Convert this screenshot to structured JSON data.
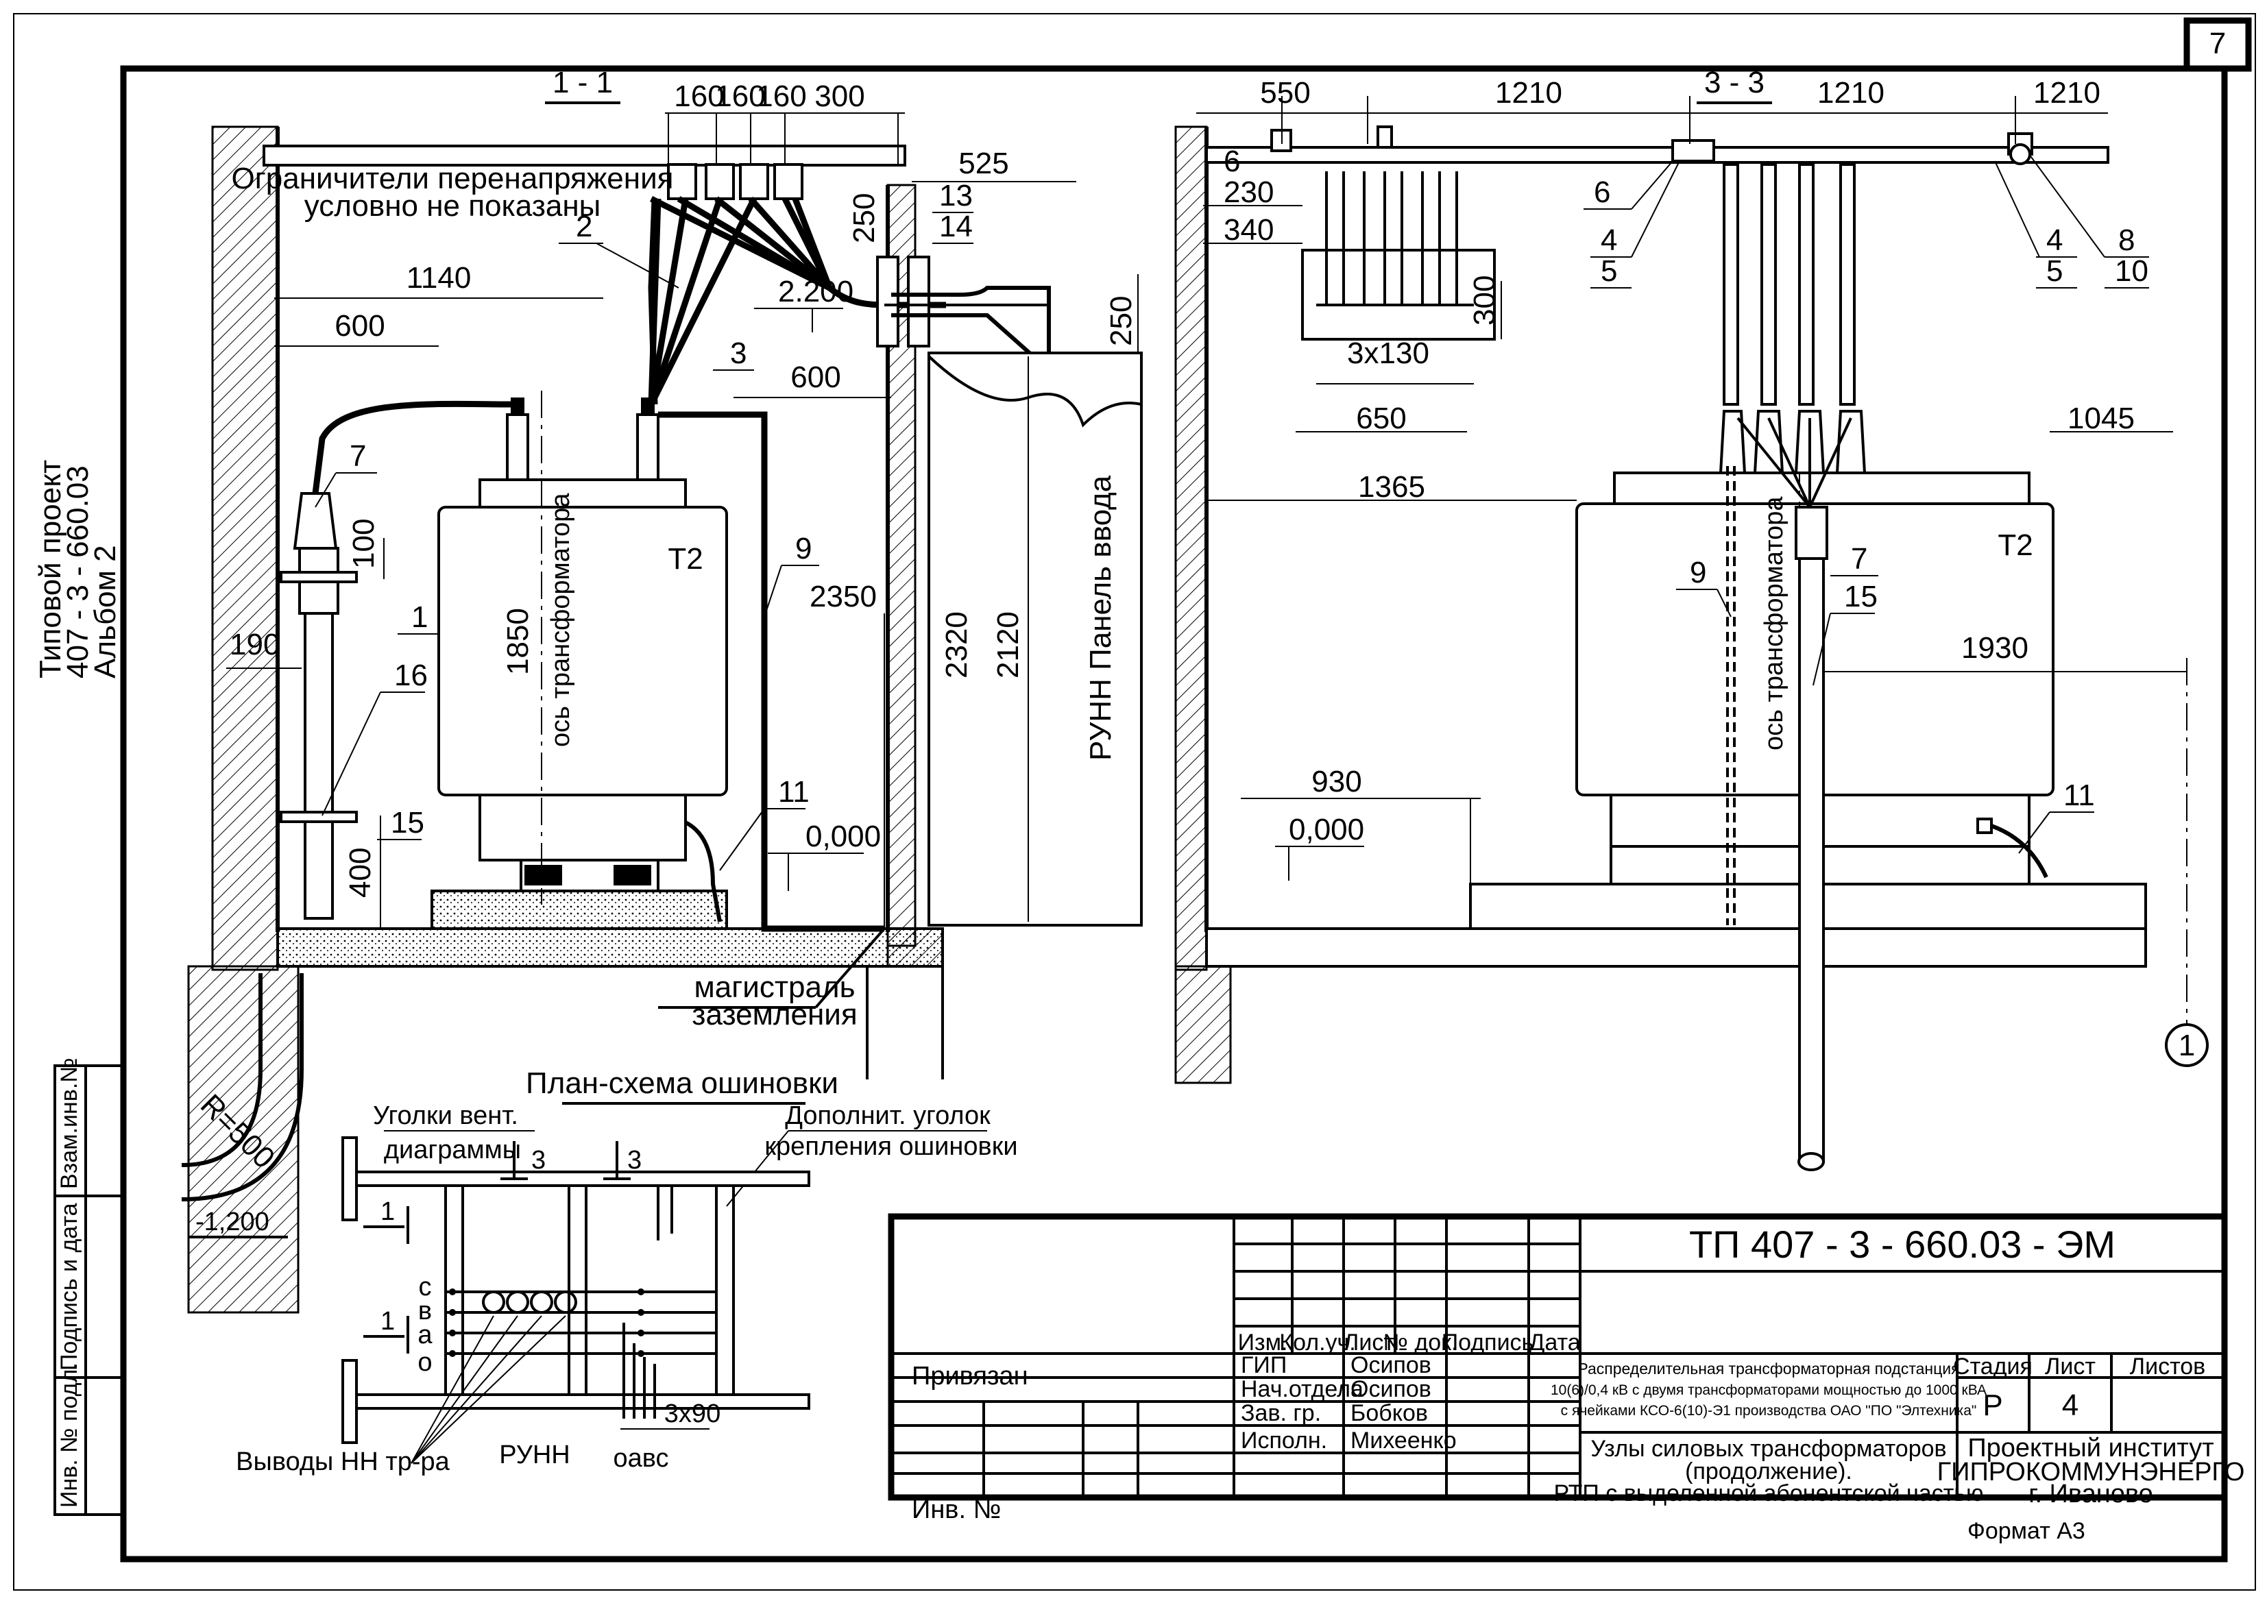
{
  "sheet": {
    "sheet_number": "7",
    "side_stamp": {
      "line1": "Типовой проект",
      "line2": "407 - 3 - 660.03",
      "line3": "Альбом  2"
    }
  },
  "section_1_1": {
    "title": "1 - 1",
    "note_line1": "Ограничители перенапряжения",
    "note_line2": "условно не показаны",
    "dims": {
      "d160a": "160",
      "d160b": "160",
      "d160c": "160",
      "d300": "300",
      "d525": "525",
      "d1140": "1140",
      "d600a": "600",
      "d600b": "600",
      "d190": "190",
      "d100": "100",
      "d400": "400",
      "d1850": "1850",
      "d2350": "2350",
      "d2320": "2320",
      "d2120": "2120",
      "d250a": "250",
      "d250b": "250",
      "r500": "R=500"
    },
    "levels": {
      "l2200": "2.200",
      "l0000": "0,000",
      "lminus1200": "-1,200"
    },
    "positions": {
      "p1": "1",
      "p2": "2",
      "p3": "3",
      "p7": "7",
      "p9": "9",
      "p11": "11",
      "p13": "13",
      "p14": "14",
      "p15": "15",
      "p16": "16"
    },
    "transformer_label": "Т2",
    "axis_label": "ось трансформатора",
    "panel_label": "РУНН  Панель ввода",
    "ground_line1": "магистраль",
    "ground_line2": "заземления"
  },
  "section_3_3": {
    "title": "3 - 3",
    "dims": {
      "d550": "550",
      "d1210a": "1210",
      "d1210b": "1210",
      "d1210c": "1210",
      "d230": "230",
      "d340": "340",
      "d300": "300",
      "d3x130": "3х130",
      "d650": "650",
      "d1045": "1045",
      "d1365": "1365",
      "d1930": "1930",
      "d930": "930"
    },
    "levels": {
      "l0000": "0,000"
    },
    "positions": {
      "p6a": "6",
      "p6b": "6",
      "p4a": "4",
      "p5a": "5",
      "p4b": "4",
      "p5b": "5",
      "p8": "8",
      "p10": "10",
      "p9": "9",
      "p7": "7",
      "p15": "15",
      "p11": "11",
      "axis1": "1"
    },
    "transformer_label": "Т2",
    "axis_label": "ось трансформатора"
  },
  "busbar_plan": {
    "title": "План-схема ошиновки",
    "note_left_line1": "Уголки вент.",
    "note_left_line2": "диаграммы",
    "note_right_line1": "Дополнит. уголок",
    "note_right_line2": "крепления ошиновки",
    "mark3a": "3",
    "mark3b": "3",
    "cut1a": "1",
    "cut1b": "1",
    "phases": [
      "с",
      "в",
      "а",
      "о"
    ],
    "bottom_phases": "оавс",
    "dim": "3х90",
    "label_leads": "Выводы НН тр-ра",
    "label_runn": "РУНН"
  },
  "side_stamp_columns": [
    "Взам.инв.№",
    "Подпись и дата",
    "Инв. № подл."
  ],
  "title_block": {
    "code": "ТП  407 - 3 - 660.03 - ЭМ",
    "headers": [
      "Изм.",
      "Кол.уч.",
      "Лист",
      "№ док.",
      "Подпись",
      "Дата"
    ],
    "roles": [
      {
        "role": "ГИП",
        "name": "Осипов"
      },
      {
        "role": "Нач.отдела",
        "name": "Осипов"
      },
      {
        "role": "Зав. гр.",
        "name": "Бобков"
      },
      {
        "role": "Исполн.",
        "name": "Михеенко"
      }
    ],
    "project_line1": "Распределительная трансформаторная подстанция",
    "project_line2": "10(6)/0,4 кВ с двумя трансформаторами мощностью  до 1000 кВА",
    "project_line3": "с ячейками КСО-6(10)-Э1 производства ОАО \"ПО \"Элтехника\"",
    "sheet_title_line1": "Узлы силовых трансформаторов",
    "sheet_title_line2": "(продолжение).",
    "sheet_title_line3": "РТП с выделенной абонентской частью",
    "stage_header": "Стадия",
    "sheet_header": "Лист",
    "sheets_header": "Листов",
    "stage": "Р",
    "sheet": "4",
    "org_line1": "Проектный институт",
    "org_line2": "ГИПРОКОММУНЭНЕРГО",
    "org_line3": "г. Иваново",
    "linked": "Привязан",
    "inv": "Инв. №",
    "format": "Формат А3"
  }
}
